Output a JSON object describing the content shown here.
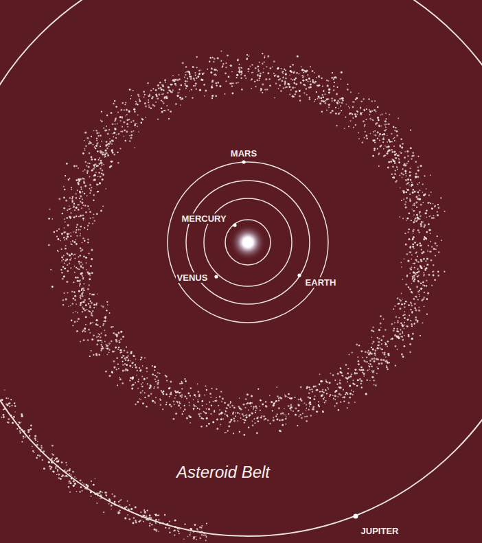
{
  "diagram": {
    "labels": [
      "MARS",
      "MERCURY",
      "VENUS",
      "EARTH",
      "Asteroid Belt",
      "JUPITER"
    ]
  }
}
